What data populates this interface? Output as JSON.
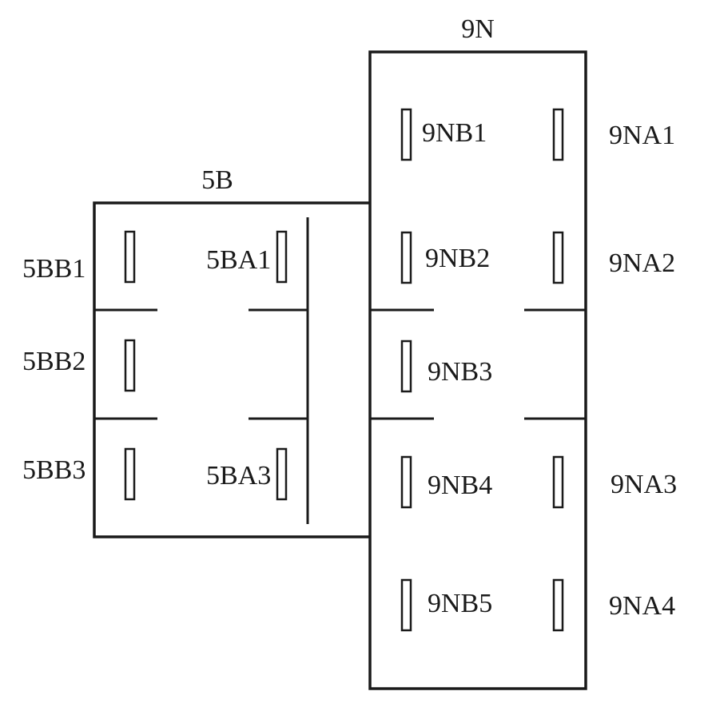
{
  "connectors": [
    {
      "name": "9N",
      "terminals": [
        "9NB1",
        "9NA1",
        "9NB2",
        "9NA2",
        "9NB3",
        "9NB4",
        "9NA3",
        "9NB5",
        "9NA4"
      ]
    },
    {
      "name": "5B",
      "terminals": [
        "5BB1",
        "5BA1",
        "5BB2",
        "5BB3",
        "5BA3"
      ]
    }
  ],
  "labels": {
    "conn_9n": "9N",
    "conn_5b": "5B",
    "t_9nb1": "9NB1",
    "t_9na1": "9NA1",
    "t_9nb2": "9NB2",
    "t_9na2": "9NA2",
    "t_9nb3": "9NB3",
    "t_9nb4": "9NB4",
    "t_9na3": "9NA3",
    "t_9nb5": "9NB5",
    "t_9na4": "9NA4",
    "t_5bb1": "5BB1",
    "t_5ba1": "5BA1",
    "t_5bb2": "5BB2",
    "t_5bb3": "5BB3",
    "t_5ba3": "5BA3"
  }
}
